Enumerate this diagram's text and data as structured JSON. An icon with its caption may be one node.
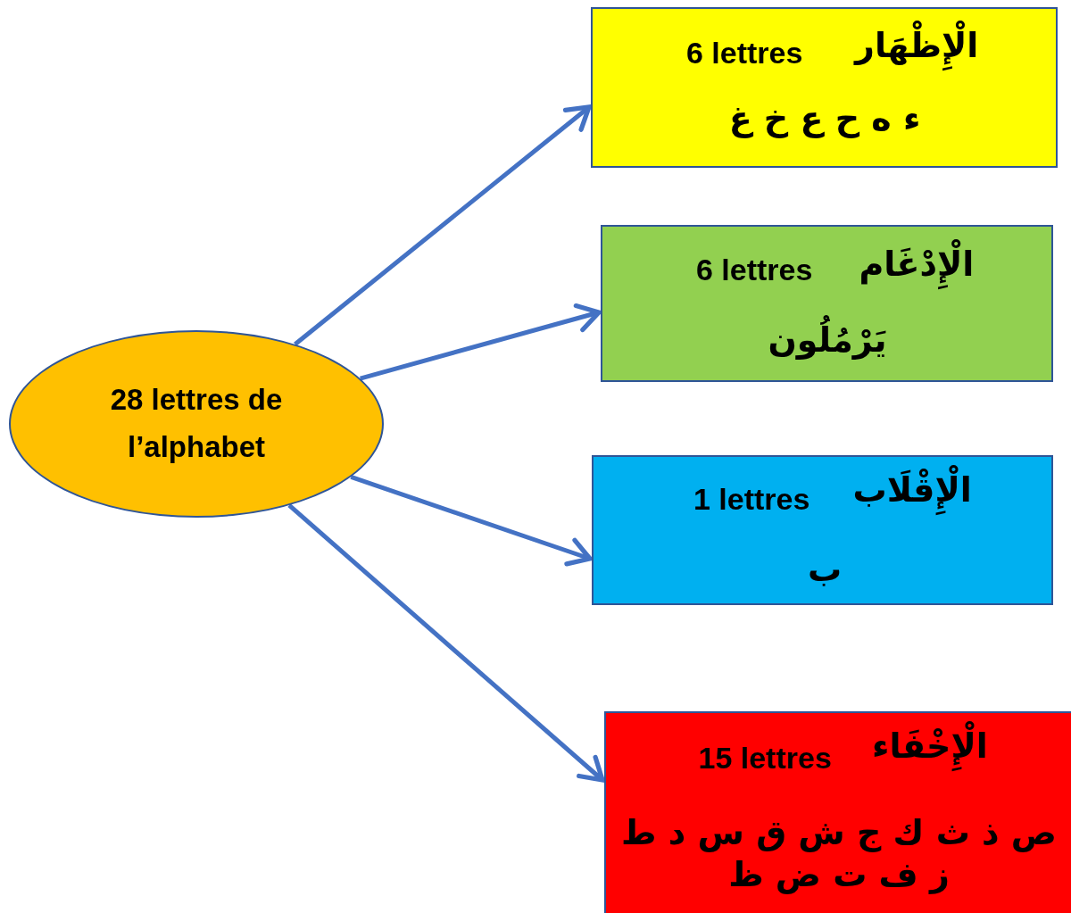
{
  "diagram": {
    "nodes": [
      {
        "text": [
          "28 lettres de l’alphabet"
        ]
      },
      {
        "text": [
          "الْإِظْهَار",
          "6 lettres",
          "ء ه ح ع خ غ"
        ]
      },
      {
        "text": [
          "الْإِدْغَام",
          "6 lettres",
          "يَرْمُلُون"
        ]
      },
      {
        "text": [
          "الْإِقْلَاب",
          "1 lettres",
          "ب"
        ]
      },
      {
        "text": [
          "الْإِخْفَاء",
          "15 lettres",
          "ص ذ ث ك ج ش ق س د ط ز ف ت ض ظ"
        ]
      }
    ],
    "edges": [
      {
        "from": 0,
        "to": 1,
        "arrow": "to"
      },
      {
        "from": 0,
        "to": 2,
        "arrow": "to"
      },
      {
        "from": 0,
        "to": 3,
        "arrow": "to"
      },
      {
        "from": 0,
        "to": 4,
        "arrow": "to"
      }
    ]
  }
}
